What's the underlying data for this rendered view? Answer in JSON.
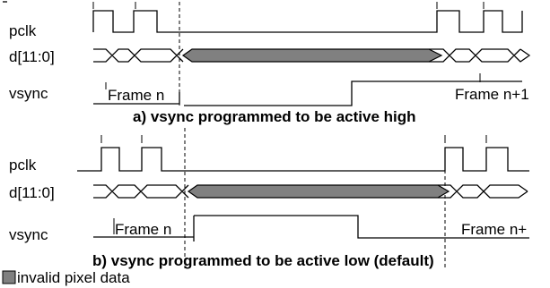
{
  "colors": {
    "invalid_fill": "#808080",
    "line": "#000000"
  },
  "panels": [
    {
      "signals": {
        "clock": "pclk",
        "data": "d[11:0]",
        "sync": "vsync"
      },
      "frame_left": "Frame n",
      "frame_right": "Frame n+1",
      "caption": "a) vsync programmed to be active high"
    },
    {
      "signals": {
        "clock": "pclk",
        "data": "d[11:0]",
        "sync": "vsync"
      },
      "frame_left": "Frame n",
      "frame_right": "Frame n+",
      "caption": "b) vsync programmed to be active low (default)"
    }
  ],
  "legend": {
    "label": "invalid pixel data"
  }
}
